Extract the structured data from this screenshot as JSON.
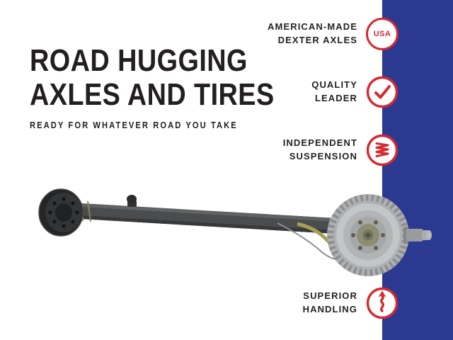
{
  "header": {
    "title_line1": "ROAD HUGGING",
    "title_line2": "AXLES AND TIRES",
    "subtitle": "READY FOR WHATEVER ROAD YOU TAKE"
  },
  "features": [
    {
      "line1": "AMERICAN-MADE",
      "line2": "DEXTER AXLES",
      "icon": "usa-badge-icon",
      "icon_label": "USA"
    },
    {
      "line1": "QUALITY",
      "line2": "LEADER",
      "icon": "checkmark-icon"
    },
    {
      "line1": "INDEPENDENT",
      "line2": "SUSPENSION",
      "icon": "coil-spring-icon"
    },
    {
      "line1": "SUPERIOR",
      "line2": "HANDLING",
      "icon": "winding-road-arrow-icon"
    }
  ],
  "illustration": {
    "subject": "trailer axle with brake drum and hub"
  },
  "colors": {
    "accent_red": "#d7282f",
    "band_navy": "#2b3990",
    "text_black": "#231f20"
  }
}
